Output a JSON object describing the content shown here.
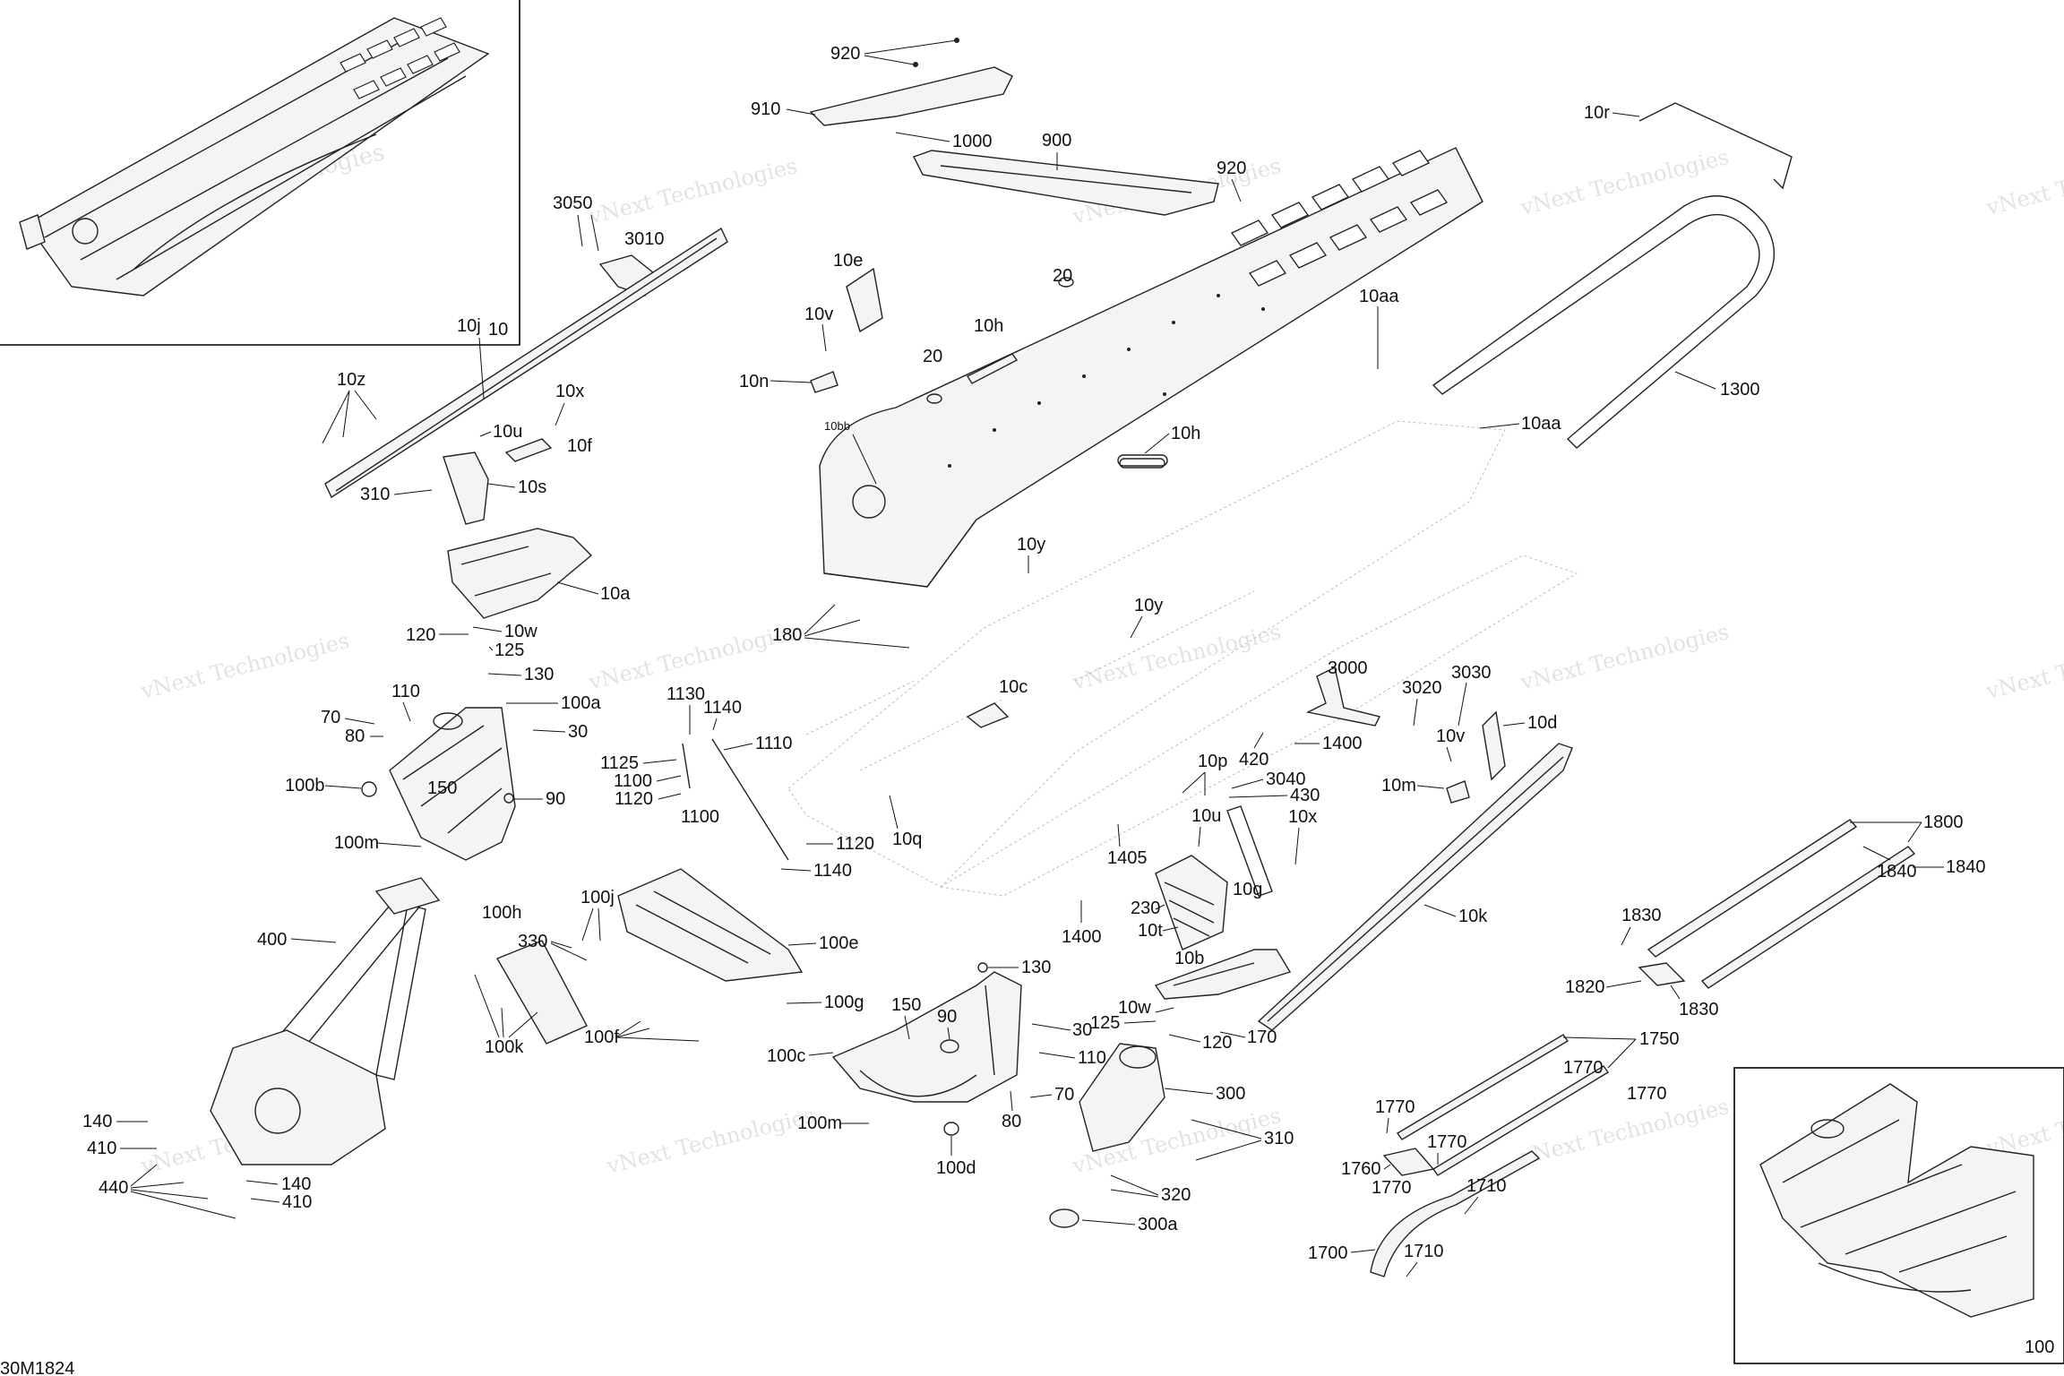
{
  "drawing_code": "30M1824",
  "watermark": {
    "line1": "vNext",
    "line2": "Technologies",
    "line_a": "vNext Technologies"
  },
  "callouts": {
    "c920a": "920",
    "c910": "910",
    "c1000": "1000",
    "c900": "900",
    "c920b": "920",
    "c10r": "10r",
    "c3050": "3050",
    "c3010": "3010",
    "c10e": "10e",
    "c20a": "20",
    "c10v_a": "10v",
    "c10h_a": "10h",
    "c20b": "20",
    "c10n": "10n",
    "c10aa_a": "10aa",
    "c1300": "1300",
    "c10aa_b": "10aa",
    "c10z": "10z",
    "c10j": "10j",
    "c10x_a": "10x",
    "c10u_a": "10u",
    "c10f": "10f",
    "c10bb": "10bb",
    "c10h_b": "10h",
    "c310_a": "310",
    "c10s": "10s",
    "c10y_a": "10y",
    "c10a": "10a",
    "c10y_b": "10y",
    "c120_a": "120",
    "c10w_a": "10w",
    "c125_a": "125",
    "c180": "180",
    "c130_a": "130",
    "c110_a": "110",
    "c1130": "1130",
    "c1140_a": "1140",
    "c10c": "10c",
    "c3000": "3000",
    "c3020": "3020",
    "c3030": "3030",
    "c70_a": "70",
    "c100a": "100a",
    "c80_a": "80",
    "c30_a": "30",
    "c1110": "1110",
    "c10v_b": "10v",
    "c10d": "10d",
    "c1125": "1125",
    "c1100_a": "1100",
    "c1120_a": "1120",
    "c100b": "100b",
    "c150_a": "150",
    "c90_a": "90",
    "c420": "420",
    "c1400_a": "1400",
    "c10p": "10p",
    "c3040": "3040",
    "c430": "430",
    "c10m": "10m",
    "c1100_b": "1100",
    "c10u_b": "10u",
    "c10x_b": "10x",
    "c100m_a": "100m",
    "c1120_b": "1120",
    "c10q": "10q",
    "c1405": "1405",
    "c1800": "1800",
    "c1140_b": "1140",
    "c10g": "10g",
    "c1840_a": "1840",
    "c1840_b": "1840",
    "c230": "230",
    "c400": "400",
    "c100j": "100j",
    "c100h": "100h",
    "c1400_b": "1400",
    "c10t": "10t",
    "c10k": "10k",
    "c1830_a": "1830",
    "c330": "330",
    "c100e": "100e",
    "c10b": "10b",
    "c1820": "1820",
    "c1830_b": "1830",
    "c130_b": "130",
    "c100g": "100g",
    "c150_b": "150",
    "c90_b": "90",
    "c10w_b": "10w",
    "c125_b": "125",
    "c30_b": "30",
    "c120_b": "120",
    "c170": "170",
    "c100k": "100k",
    "c100f": "100f",
    "c100c": "100c",
    "c110_b": "110",
    "c1750": "1750",
    "c1770_a": "1770",
    "c1770_b": "1770",
    "c70_b": "70",
    "c300": "300",
    "c80_b": "80",
    "c1770_c": "1770",
    "c140_a": "140",
    "c100m_b": "100m",
    "c310_b": "310",
    "c1770_d": "1770",
    "c410_a": "410",
    "c100d": "100d",
    "c1760": "1760",
    "c1770_e": "1770",
    "c440": "440",
    "c140_b": "140",
    "c320": "320",
    "c1710_a": "1710",
    "c410_b": "410",
    "c300a": "300a",
    "c1700": "1700",
    "c1710_b": "1710",
    "c10_inset": "10",
    "c100_inset": "100"
  }
}
